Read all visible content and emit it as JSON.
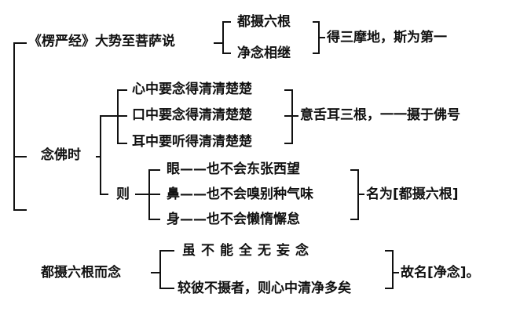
{
  "branch_top": {
    "source": "《楞严经》大势至菩萨说",
    "items": [
      "都摄六根",
      "净念相继"
    ],
    "result": "得三摩地，斯为第一"
  },
  "branch_mid": {
    "root": "念佛时",
    "group1": {
      "items": [
        "心中要念得清清楚楚",
        "口中要念得清清楚楚",
        "耳中要听得清清楚楚"
      ],
      "result": "意舌耳三根，一一摄于佛号"
    },
    "group2": {
      "label": "则",
      "items": [
        "眼——也不会东张西望",
        "鼻——也不会嗅别种气味",
        "身——也不会懒惰懈怠"
      ],
      "result": "名为[都摄六根]"
    }
  },
  "branch_bottom": {
    "root": "都摄六根而念",
    "items": [
      "虽不能全无妄念",
      "较彼不摄者，则心中清净多矣"
    ],
    "result": "故名[净念]。"
  }
}
